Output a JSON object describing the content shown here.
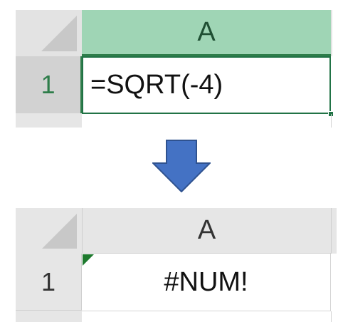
{
  "before": {
    "column_header": "A",
    "row_header": "1",
    "cell_content": "=SQRT(-4)",
    "colors": {
      "selected_header_bg": "#9fd5b5",
      "selection_border": "#217346"
    }
  },
  "arrow": {
    "icon": "down-arrow-icon",
    "color": "#4472c4"
  },
  "after": {
    "column_header": "A",
    "row_header": "1",
    "cell_content": "#NUM!",
    "colors": {
      "error_indicator": "#1e7a2e"
    }
  }
}
